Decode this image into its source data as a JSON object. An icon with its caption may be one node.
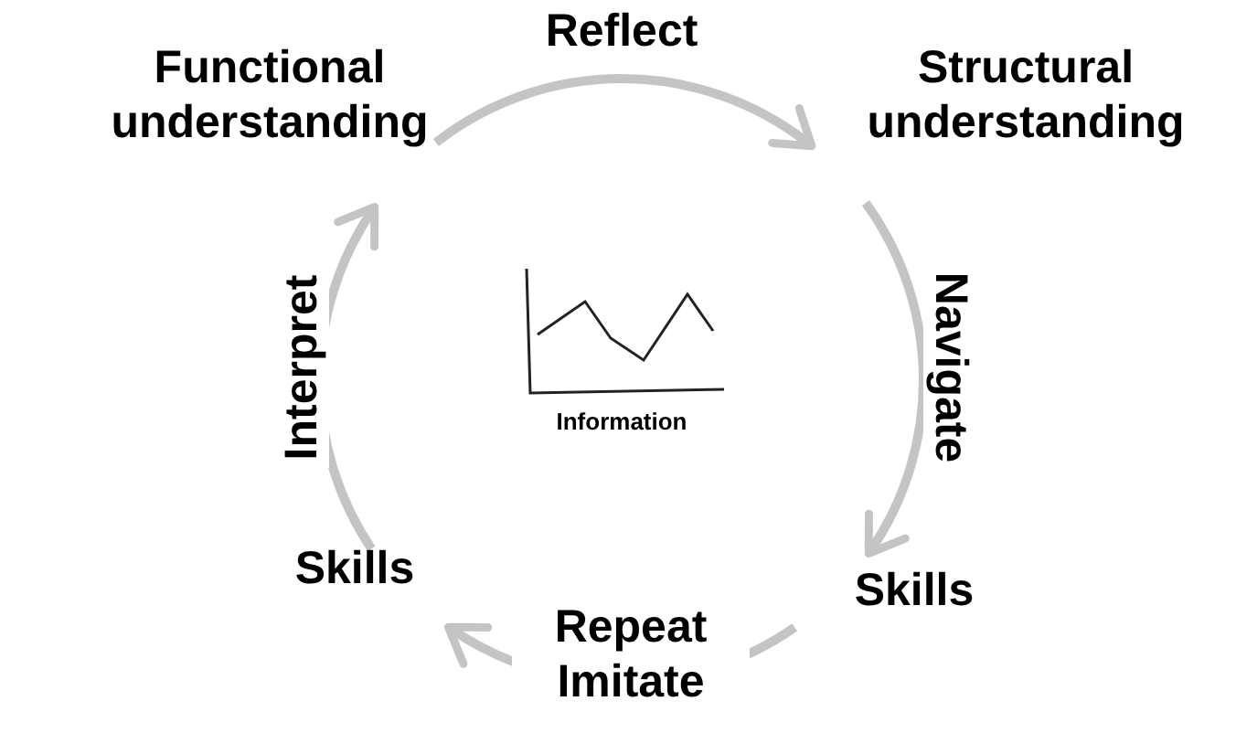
{
  "diagram": {
    "nodes": [
      {
        "text": [
          "Functional understanding"
        ]
      },
      {
        "text": [
          "Structural understanding"
        ]
      },
      {
        "text": [
          "Skills"
        ]
      },
      {
        "text": [
          "Skills"
        ]
      },
      {
        "text": [
          "Information"
        ]
      }
    ],
    "edges": [
      {
        "from": 0,
        "to": 1,
        "arrow": "to",
        "label": "Reflect"
      },
      {
        "from": 1,
        "to": 2,
        "arrow": "to",
        "label": "Navigate"
      },
      {
        "from": 2,
        "to": 3,
        "arrow": "to",
        "label": "Repeat Imitate"
      },
      {
        "from": 3,
        "to": 0,
        "arrow": "to",
        "label": "Interpret"
      }
    ]
  }
}
